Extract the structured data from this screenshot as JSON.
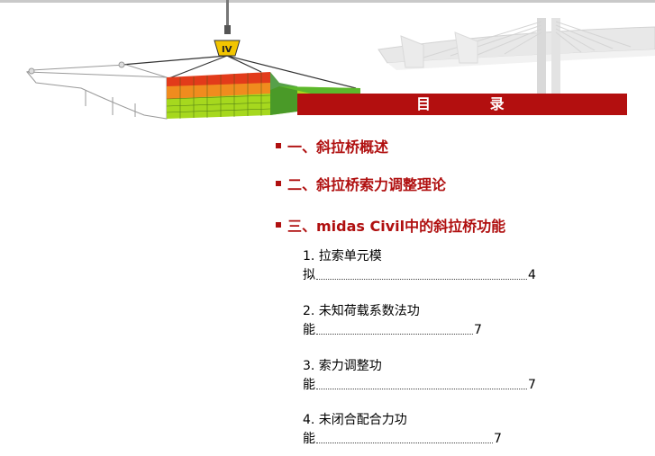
{
  "title": "目 录",
  "sections": [
    {
      "label": "一、斜拉桥概述"
    },
    {
      "label": "二、斜拉桥索力调整理论"
    },
    {
      "label": "三、midas Civil中的斜拉桥功能"
    }
  ],
  "subsections": [
    {
      "line1": "1. 拉索单元模",
      "line2": "拟",
      "page": "4"
    },
    {
      "line1": "2. 未知荷载系数法功",
      "line2": "能",
      "page": "7"
    },
    {
      "line1": "3. 索力调整功",
      "line2": "能",
      "page": "7"
    },
    {
      "line1": "4. 未闭合配合力功",
      "line2": "能",
      "page": "7"
    }
  ],
  "colors": {
    "accent": "#b30f0f",
    "text": "#000000"
  }
}
